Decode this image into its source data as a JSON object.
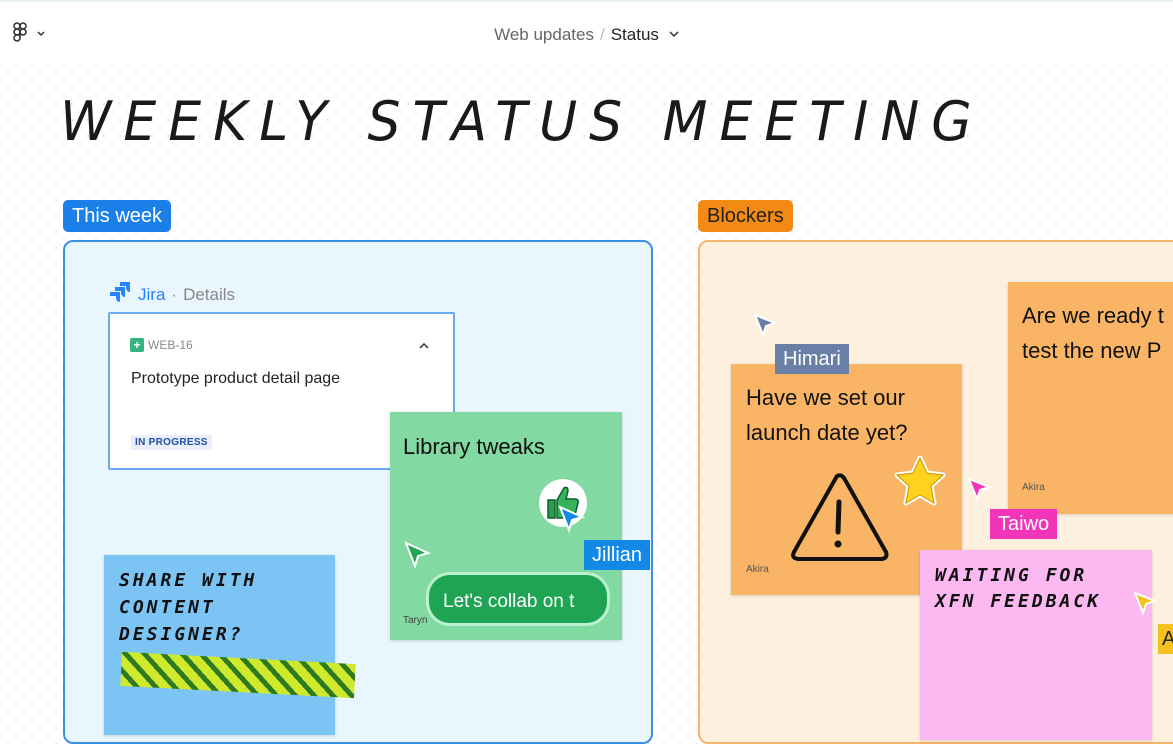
{
  "toolbar": {
    "icon": "figma-logo-icon",
    "file_name": "Web updates",
    "separator": "/",
    "page_name": "Status"
  },
  "board": {
    "title": "WEEKLY STATUS MEETING",
    "sections": {
      "this_week": "This week",
      "blockers": "Blockers"
    }
  },
  "jira": {
    "app_name": "Jira",
    "separator": "·",
    "label": "Details",
    "issue_key": "WEB-16",
    "issue_title": "Prototype product detail page",
    "status": "IN PROGRESS"
  },
  "stickies": {
    "library": {
      "text": "Library tweaks",
      "author": "Taryn"
    },
    "share": {
      "text": "SHARE WITH\nCONTENT\nDESIGNER?"
    },
    "launch": {
      "text": "Have we set our launch date yet?",
      "author": "Akira"
    },
    "ready": {
      "text_line1": "Are we ready t",
      "text_line2": "test the new P",
      "author": "Akira"
    },
    "waiting": {
      "text": "WAITING FOR\nXFN FEEDBACK"
    }
  },
  "collab_bubble": {
    "text": "Let's collab on t"
  },
  "cursors": {
    "himari": "Himari",
    "taiwo": "Taiwo",
    "jillian": "Jillian",
    "a": "A"
  },
  "colors": {
    "this_week": "#1a7fe8",
    "blockers": "#f28a14",
    "himari": "#6a7fa6",
    "taiwo": "#f234b8",
    "jillian": "#1389e7",
    "sticky_green": "#82d9a2",
    "sticky_blue": "#7cc4f4",
    "sticky_orange": "#f9b565",
    "sticky_pink": "#fcb8f0"
  }
}
